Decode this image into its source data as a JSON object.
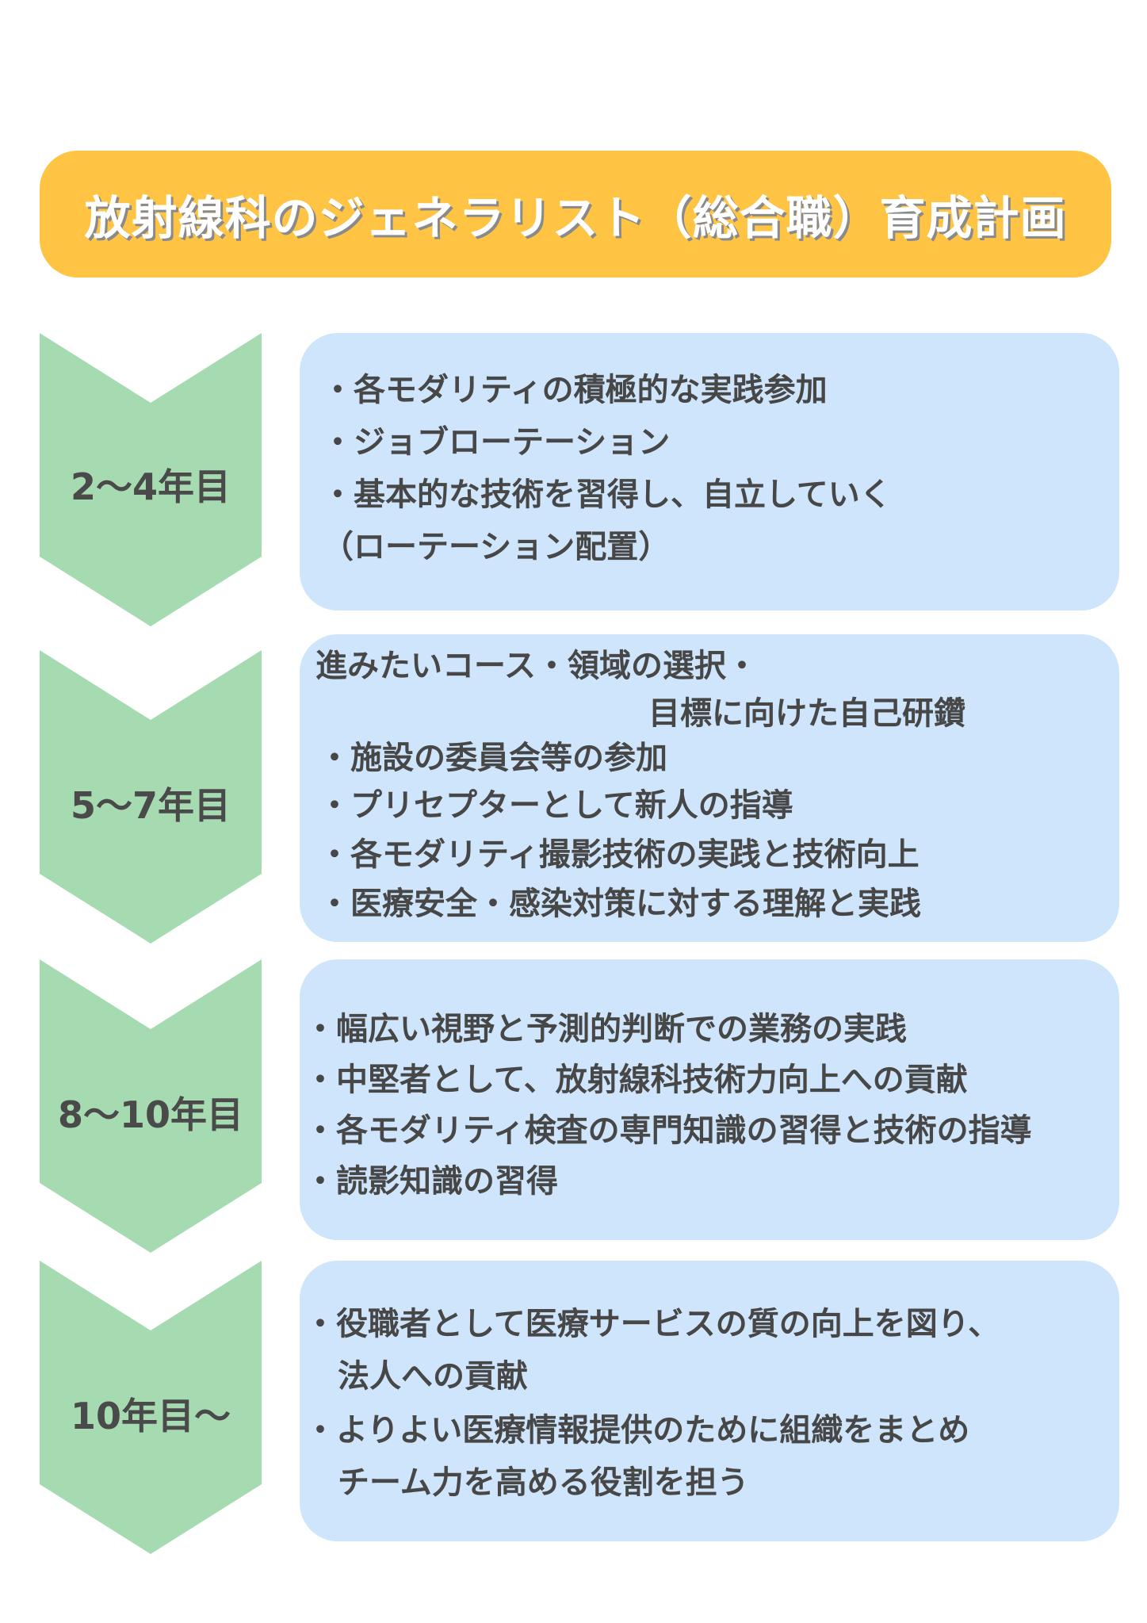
{
  "title": "放射線科のジェネラリスト（総合職）育成計画",
  "stages": [
    {
      "label": "2〜4年目",
      "lines": [
        "・各モダリティの積極的な実践参加",
        "・ジョブローテーション",
        "・基本的な技術を習得し、自立していく",
        "（ローテーション配置）"
      ]
    },
    {
      "label": "5〜7年目",
      "lines": [
        "進みたいコース・領域の選択・",
        "目標に向けた自己研鑽",
        "・施設の委員会等の参加",
        "・プリセプターとして新人の指導",
        "・各モダリティ撮影技術の実践と技術向上",
        "・医療安全・感染対策に対する理解と実践"
      ]
    },
    {
      "label": "8〜10年目",
      "lines": [
        "・幅広い視野と予測的判断での業務の実践",
        "・中堅者として、放射線科技術力向上への貢献",
        "・各モダリティ検査の専門知識の習得と技術の指導",
        "・読影知識の習得"
      ]
    },
    {
      "label": "10年目〜",
      "lines": [
        "・役職者として医療サービスの質の向上を図り、",
        "法人への貢献",
        "・よりよい医療情報提供のために組織をまとめ",
        "チーム力を高める役割を担う"
      ]
    }
  ],
  "colors": {
    "title_bg": "#FFC444",
    "arrow": "#A6DBB2",
    "box": "#CFE5FB",
    "text": "#474747"
  }
}
